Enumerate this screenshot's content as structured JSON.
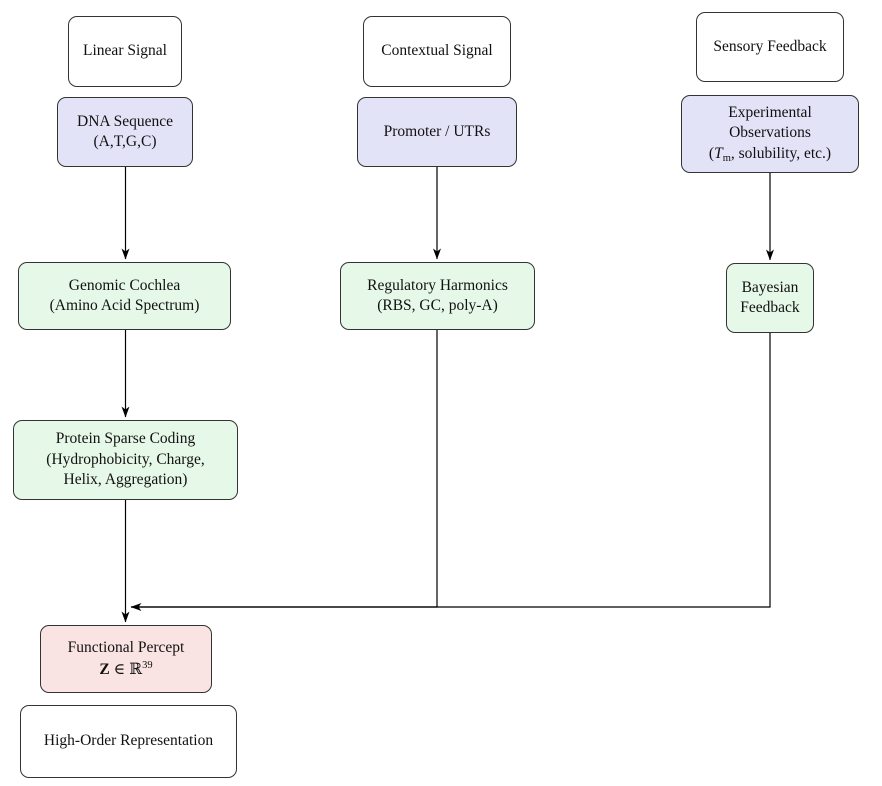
{
  "diagram": {
    "nodes": {
      "linear_signal": {
        "label": "Linear Signal"
      },
      "contextual_signal": {
        "label": "Contextual Signal"
      },
      "sensory_feedback": {
        "label": "Sensory Feedback"
      },
      "dna_sequence": {
        "line1": "DNA Sequence",
        "line2": "(A,T,G,C)"
      },
      "promoter_utrs": {
        "label": "Promoter / UTRs"
      },
      "experimental_observations": {
        "line1": "Experimental",
        "line2": "Observations",
        "line3_open": "(",
        "line3_var": "T",
        "line3_subscript": "m",
        "line3_rest": ", solubility, etc.)"
      },
      "genomic_cochlea": {
        "line1": "Genomic Cochlea",
        "line2": "(Amino Acid Spectrum)"
      },
      "regulatory_harmonics": {
        "line1": "Regulatory Harmonics",
        "line2": "(RBS, GC, poly-A)"
      },
      "bayesian_feedback": {
        "line1": "Bayesian",
        "line2": "Feedback"
      },
      "protein_sparse_coding": {
        "line1": "Protein Sparse Coding",
        "line2": "(Hydrophobicity, Charge,",
        "line3": "Helix, Aggregation)"
      },
      "functional_percept": {
        "line1": "Functional Percept",
        "vector": "Z",
        "element_of": "∈",
        "space_symbol": "ℝ",
        "dimension": "39"
      },
      "high_order_representation": {
        "label": "High-Order Representation"
      }
    },
    "colors": {
      "input_fill": "#e3e3f8",
      "process_fill": "#e6f8e7",
      "output_fill": "#fae4e3",
      "plain_fill": "#ffffff",
      "border": "#333333",
      "arrow": "#000000"
    }
  }
}
